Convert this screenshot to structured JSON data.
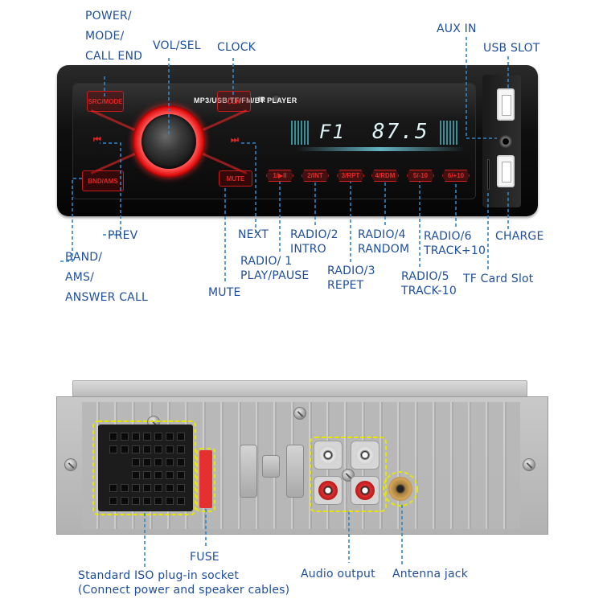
{
  "front_panel": {
    "model_text": "MP3/USB/TF/FM/BT  PLAYER",
    "ir_label": "IR",
    "display": {
      "band": "F1",
      "frequency": "87.5"
    },
    "buttons": {
      "power": "SRC/MODE",
      "clock": "CLK",
      "band": "BND/AMS",
      "mute": "MUTE",
      "prev": "⏮",
      "next": "⏭",
      "presets": [
        "1/▶II",
        "2/INT",
        "3/RPT",
        "4/RDM",
        "5/-10",
        "6/+10"
      ]
    }
  },
  "labels": {
    "power": [
      "POWER/",
      "MODE/",
      "CALL END"
    ],
    "vol_sel": "VOL/SEL",
    "clock": "CLOCK",
    "aux_in": "AUX IN",
    "usb_slot": "USB SLOT",
    "prev": "PREV",
    "next": "NEXT",
    "band": [
      "BAND/",
      "AMS/",
      "ANSWER CALL"
    ],
    "mute": "MUTE",
    "radio1": [
      "RADIO/ 1",
      "PLAY/PAUSE"
    ],
    "radio2": [
      "RADIO/2",
      "INTRO"
    ],
    "radio3": [
      "RADIO/3",
      "REPET"
    ],
    "radio4": [
      "RADIO/4",
      "RANDOM"
    ],
    "radio5": [
      "RADIO/5",
      "TRACK-10"
    ],
    "radio6": [
      "RADIO/6",
      "TRACK+10"
    ],
    "charge": "CHARGE",
    "tf_slot": "TF Card Slot",
    "fuse": "FUSE",
    "iso": [
      "Standard ISO plug-in socket",
      "(Connect power and speaker cables)"
    ],
    "audio_output": "Audio output",
    "antenna": "Antenna jack"
  },
  "colors": {
    "label": "#1f4e9e",
    "leader": "#2e86c9",
    "highlight_box": "#e6e600",
    "button_red": "#e02525"
  }
}
